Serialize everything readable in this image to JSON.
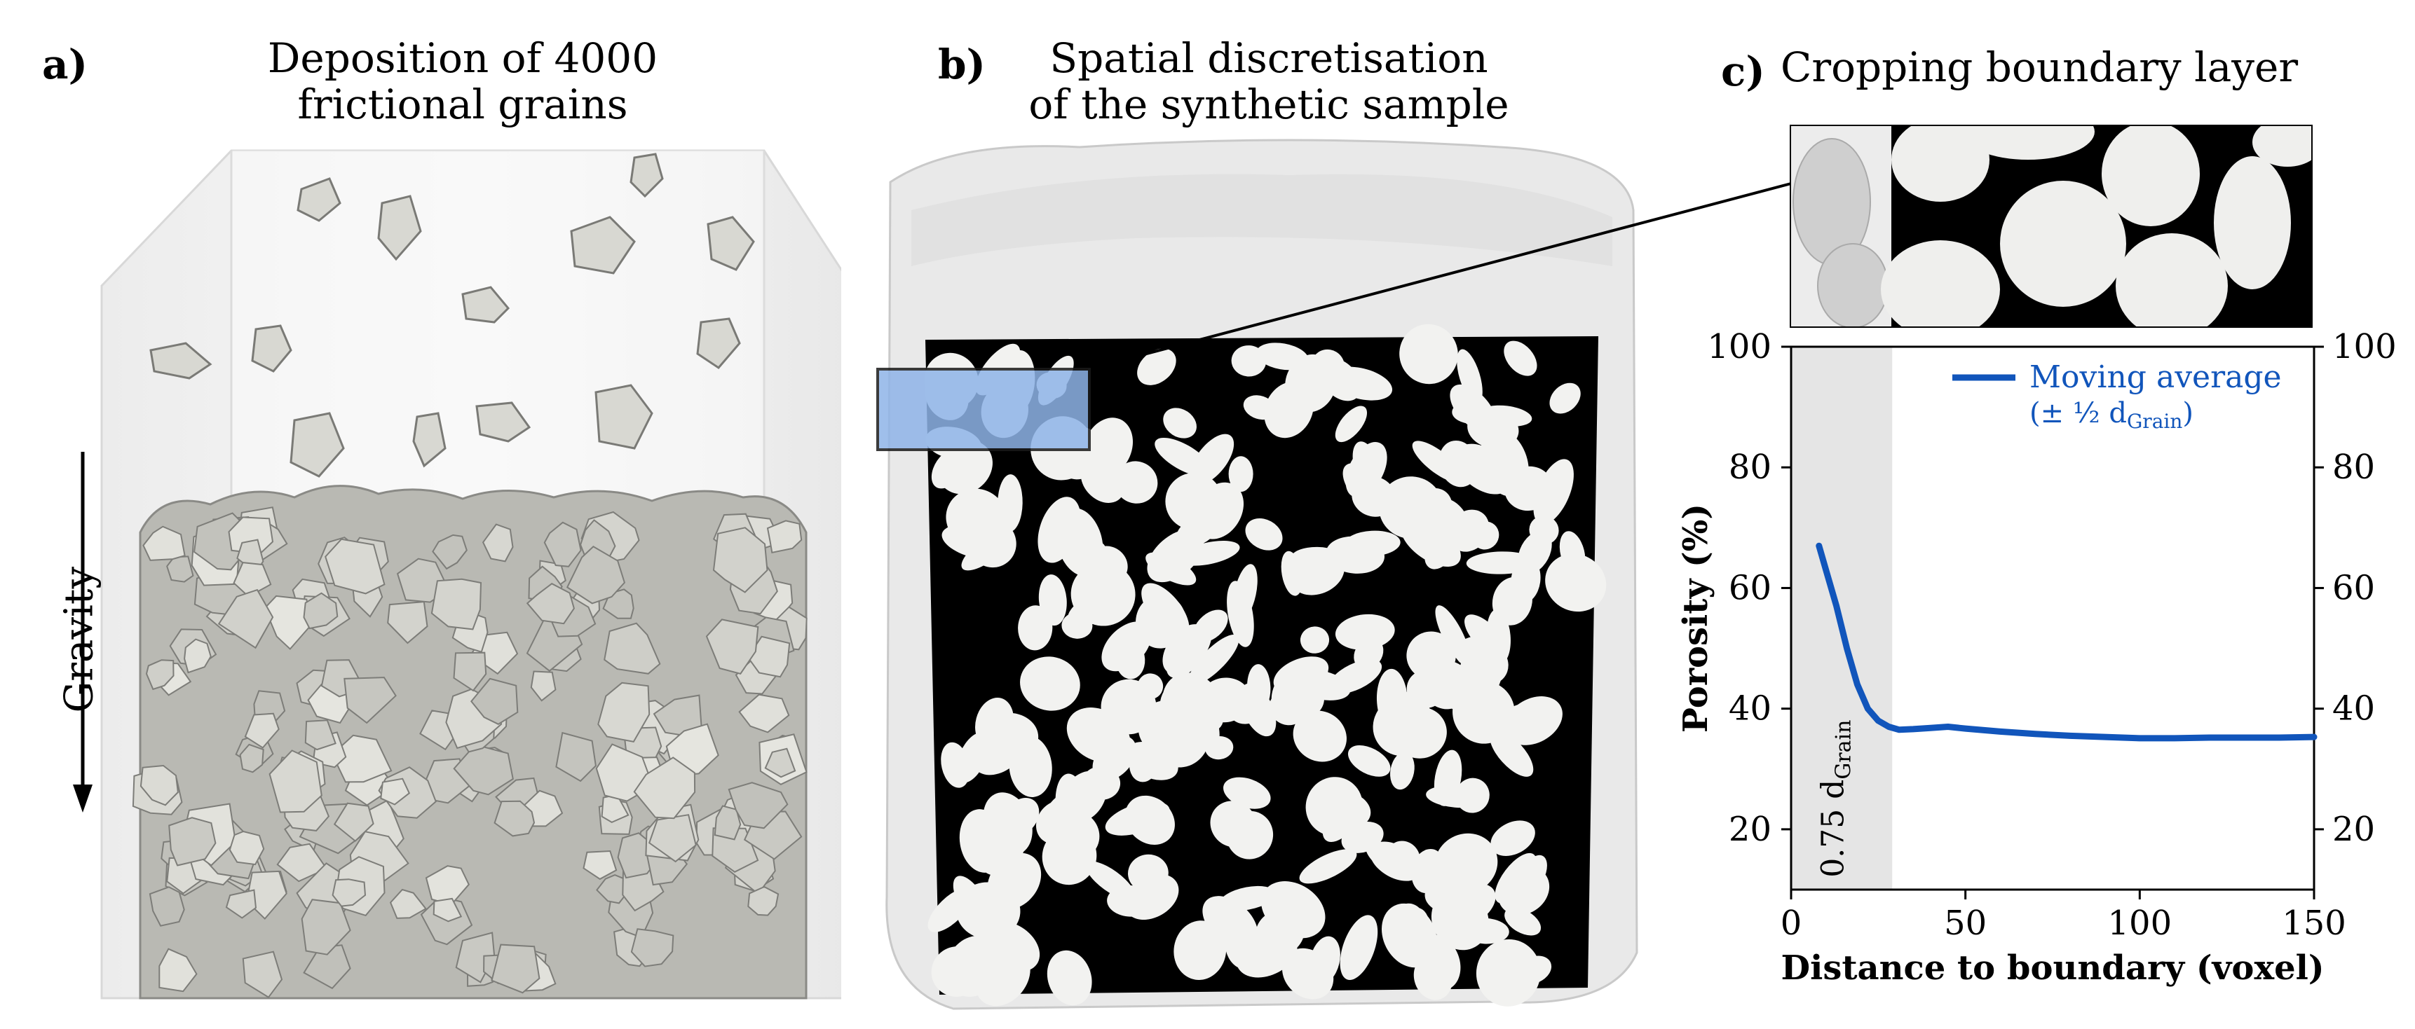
{
  "panel_a": {
    "label": "a)",
    "title_line1": "Deposition of 4000",
    "title_line2": "frictional grains",
    "gravity_label": "Gravity"
  },
  "panel_b": {
    "label": "b)",
    "title_line1": "Spatial discretisation",
    "title_line2": "of the synthetic sample"
  },
  "panel_c": {
    "label": "c)",
    "title": "Cropping boundary layer"
  },
  "colors": {
    "curve": "#1155bb",
    "shaded_region": "#e5e5e5",
    "highlight_box": "#8fb4e8",
    "grain": "#f2f2f0",
    "pore": "#000000"
  },
  "chart_data": {
    "type": "line",
    "xlabel": "Distance to boundary (voxel)",
    "ylabel": "Porosity (%)",
    "xlim": [
      0,
      150
    ],
    "ylim": [
      10,
      100
    ],
    "xticks": [
      "0",
      "50",
      "100",
      "150"
    ],
    "yticks": [
      "20",
      "40",
      "60",
      "80",
      "100"
    ],
    "right_yticks": [
      "20",
      "40",
      "60",
      "80",
      "100"
    ],
    "shaded_region": {
      "x": [
        0,
        29
      ],
      "label_main": "0.75 d",
      "label_sub": "Grain"
    },
    "legend": {
      "position": "top-right",
      "label_line1": "Moving average",
      "label_line2_main": "(± ½ d",
      "label_line2_sub": "Grain",
      "label_line2_end": ")"
    },
    "series": [
      {
        "name": "Moving average",
        "x": [
          8,
          10,
          13,
          16,
          19,
          22,
          25,
          28,
          31,
          35,
          40,
          45,
          50,
          60,
          70,
          80,
          90,
          100,
          110,
          120,
          130,
          140,
          150
        ],
        "y": [
          67,
          63,
          57,
          50,
          44,
          40,
          38,
          37,
          36.5,
          36.6,
          36.8,
          37,
          36.7,
          36.2,
          35.8,
          35.5,
          35.3,
          35.1,
          35.1,
          35.2,
          35.2,
          35.2,
          35.3
        ]
      }
    ]
  }
}
